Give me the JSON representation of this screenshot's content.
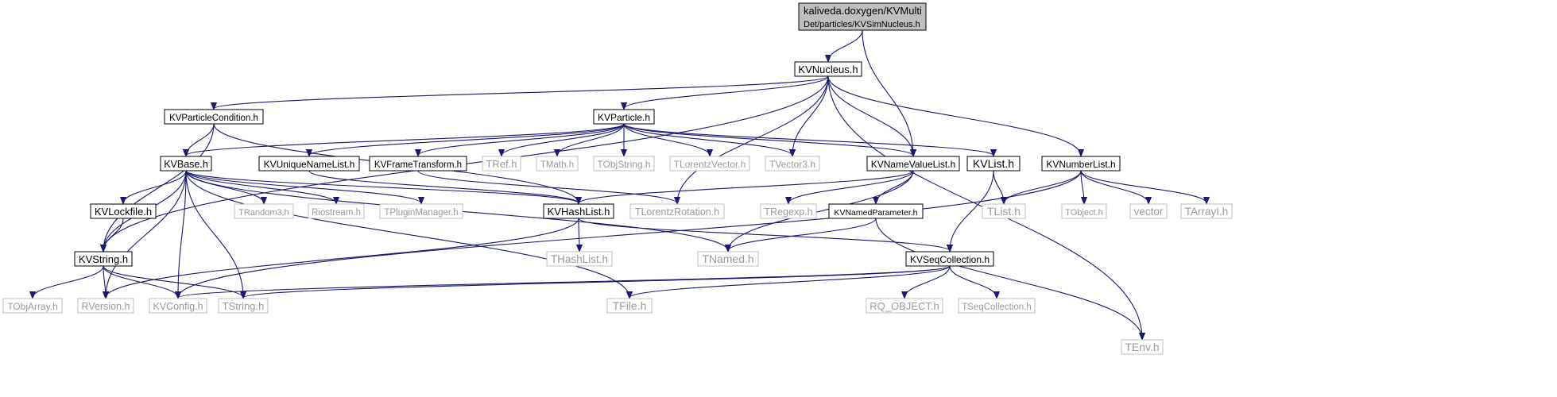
{
  "graph": {
    "title_lines": [
      "kaliveda.doxygen/KVMulti",
      "Det/particles/KVSimNucleus.h"
    ],
    "nodes": [
      {
        "id": "sim",
        "lines": [
          "kaliveda.doxygen/KVMulti",
          "Det/particles/KVSimNucleus.h"
        ],
        "style": "focus"
      },
      {
        "id": "nucleus",
        "lines": [
          "KVNucleus.h"
        ],
        "style": "dark"
      },
      {
        "id": "pcond",
        "lines": [
          "KVParticleCondition.h"
        ],
        "style": "dark"
      },
      {
        "id": "particle",
        "lines": [
          "KVParticle.h"
        ],
        "style": "dark"
      },
      {
        "id": "base",
        "lines": [
          "KVBase.h"
        ],
        "style": "dark"
      },
      {
        "id": "unl",
        "lines": [
          "KVUniqueNameList.h"
        ],
        "style": "dark"
      },
      {
        "id": "frame",
        "lines": [
          "KVFrameTransform.h"
        ],
        "style": "dark"
      },
      {
        "id": "tref",
        "lines": [
          "TRef.h"
        ],
        "style": "grey"
      },
      {
        "id": "tmath",
        "lines": [
          "TMath.h"
        ],
        "style": "grey"
      },
      {
        "id": "tobjstring",
        "lines": [
          "TObjString.h"
        ],
        "style": "grey"
      },
      {
        "id": "tlv",
        "lines": [
          "TLorentzVector.h"
        ],
        "style": "grey"
      },
      {
        "id": "tvec3",
        "lines": [
          "TVector3.h"
        ],
        "style": "grey"
      },
      {
        "id": "nvl",
        "lines": [
          "KVNameValueList.h"
        ],
        "style": "dark"
      },
      {
        "id": "kvlist",
        "lines": [
          "KVList.h"
        ],
        "style": "dark"
      },
      {
        "id": "numlist",
        "lines": [
          "KVNumberList.h"
        ],
        "style": "dark"
      },
      {
        "id": "lockfile",
        "lines": [
          "KVLockfile.h"
        ],
        "style": "dark"
      },
      {
        "id": "trandom",
        "lines": [
          "TRandom3.h"
        ],
        "style": "grey"
      },
      {
        "id": "riostream",
        "lines": [
          "Riostream.h"
        ],
        "style": "grey"
      },
      {
        "id": "tplugin",
        "lines": [
          "TPluginManager.h"
        ],
        "style": "grey"
      },
      {
        "id": "hashlist",
        "lines": [
          "KVHashList.h"
        ],
        "style": "dark"
      },
      {
        "id": "tlrot",
        "lines": [
          "TLorentzRotation.h"
        ],
        "style": "grey"
      },
      {
        "id": "tregexp",
        "lines": [
          "TRegexp.h"
        ],
        "style": "grey"
      },
      {
        "id": "namedpar",
        "lines": [
          "KVNamedParameter.h"
        ],
        "style": "dark"
      },
      {
        "id": "tlist",
        "lines": [
          "TList.h"
        ],
        "style": "grey"
      },
      {
        "id": "tobject",
        "lines": [
          "TObject.h"
        ],
        "style": "grey"
      },
      {
        "id": "vector",
        "lines": [
          "vector"
        ],
        "style": "grey"
      },
      {
        "id": "tarrayi",
        "lines": [
          "TArrayI.h"
        ],
        "style": "grey"
      },
      {
        "id": "kvstring",
        "lines": [
          "KVString.h"
        ],
        "style": "dark"
      },
      {
        "id": "thashlist",
        "lines": [
          "THashList.h"
        ],
        "style": "grey"
      },
      {
        "id": "tnamed",
        "lines": [
          "TNamed.h"
        ],
        "style": "grey"
      },
      {
        "id": "seqcoll",
        "lines": [
          "KVSeqCollection.h"
        ],
        "style": "dark"
      },
      {
        "id": "tenv",
        "lines": [
          "TEnv.h"
        ],
        "style": "grey"
      },
      {
        "id": "tobjarray",
        "lines": [
          "TObjArray.h"
        ],
        "style": "grey"
      },
      {
        "id": "rversion",
        "lines": [
          "RVersion.h"
        ],
        "style": "grey"
      },
      {
        "id": "kvconfig",
        "lines": [
          "KVConfig.h"
        ],
        "style": "grey"
      },
      {
        "id": "tstring",
        "lines": [
          "TString.h"
        ],
        "style": "grey"
      },
      {
        "id": "tfile",
        "lines": [
          "TFile.h"
        ],
        "style": "grey"
      },
      {
        "id": "rqobject",
        "lines": [
          "RQ_OBJECT.h"
        ],
        "style": "grey"
      },
      {
        "id": "tseqcoll",
        "lines": [
          "TSeqCollection.h"
        ],
        "style": "grey"
      }
    ],
    "edges": [
      [
        "sim",
        "nucleus"
      ],
      [
        "sim",
        "nvl"
      ],
      [
        "nucleus",
        "pcond"
      ],
      [
        "nucleus",
        "particle"
      ],
      [
        "nucleus",
        "kvstring"
      ],
      [
        "nucleus",
        "tvec3"
      ],
      [
        "nucleus",
        "tlrot"
      ],
      [
        "nucleus",
        "nvl"
      ],
      [
        "nucleus",
        "numlist"
      ],
      [
        "nucleus",
        "tenv"
      ],
      [
        "pcond",
        "base"
      ],
      [
        "pcond",
        "kvstring"
      ],
      [
        "pcond",
        "hashlist"
      ],
      [
        "particle",
        "base"
      ],
      [
        "particle",
        "unl"
      ],
      [
        "particle",
        "frame"
      ],
      [
        "particle",
        "tref"
      ],
      [
        "particle",
        "tmath"
      ],
      [
        "particle",
        "tobjstring"
      ],
      [
        "particle",
        "tlv"
      ],
      [
        "particle",
        "tvec3"
      ],
      [
        "particle",
        "nvl"
      ],
      [
        "particle",
        "kvlist"
      ],
      [
        "base",
        "lockfile"
      ],
      [
        "base",
        "kvstring"
      ],
      [
        "base",
        "rversion"
      ],
      [
        "base",
        "kvconfig"
      ],
      [
        "base",
        "tstring"
      ],
      [
        "base",
        "trandom"
      ],
      [
        "base",
        "riostream"
      ],
      [
        "base",
        "tplugin"
      ],
      [
        "base",
        "hashlist"
      ],
      [
        "base",
        "tnamed"
      ],
      [
        "base",
        "tfile"
      ],
      [
        "unl",
        "hashlist"
      ],
      [
        "frame",
        "tlrot"
      ],
      [
        "nvl",
        "hashlist"
      ],
      [
        "nvl",
        "tregexp"
      ],
      [
        "nvl",
        "namedpar"
      ],
      [
        "nvl",
        "tnamed"
      ],
      [
        "kvlist",
        "tlist"
      ],
      [
        "kvlist",
        "seqcoll"
      ],
      [
        "numlist",
        "tlist"
      ],
      [
        "numlist",
        "tobject"
      ],
      [
        "numlist",
        "vector"
      ],
      [
        "numlist",
        "tarrayi"
      ],
      [
        "numlist",
        "kvconfig"
      ],
      [
        "lockfile",
        "kvstring"
      ],
      [
        "hashlist",
        "thashlist"
      ],
      [
        "hashlist",
        "seqcoll"
      ],
      [
        "hashlist",
        "rversion"
      ],
      [
        "namedpar",
        "tnamed"
      ],
      [
        "namedpar",
        "tenv"
      ],
      [
        "kvstring",
        "tobjarray"
      ],
      [
        "kvstring",
        "rversion"
      ],
      [
        "kvstring",
        "kvconfig"
      ],
      [
        "kvstring",
        "tstring"
      ],
      [
        "seqcoll",
        "kvconfig"
      ],
      [
        "seqcoll",
        "tstring"
      ],
      [
        "seqcoll",
        "tfile"
      ],
      [
        "seqcoll",
        "rqobject"
      ],
      [
        "seqcoll",
        "tseqcoll"
      ]
    ],
    "colors": {
      "edge": "#191970",
      "focus_fill": "#bfbfbf",
      "dark_border": "#000000",
      "grey_border": "#bfbfbf",
      "grey_text": "#9a9a9a"
    }
  }
}
